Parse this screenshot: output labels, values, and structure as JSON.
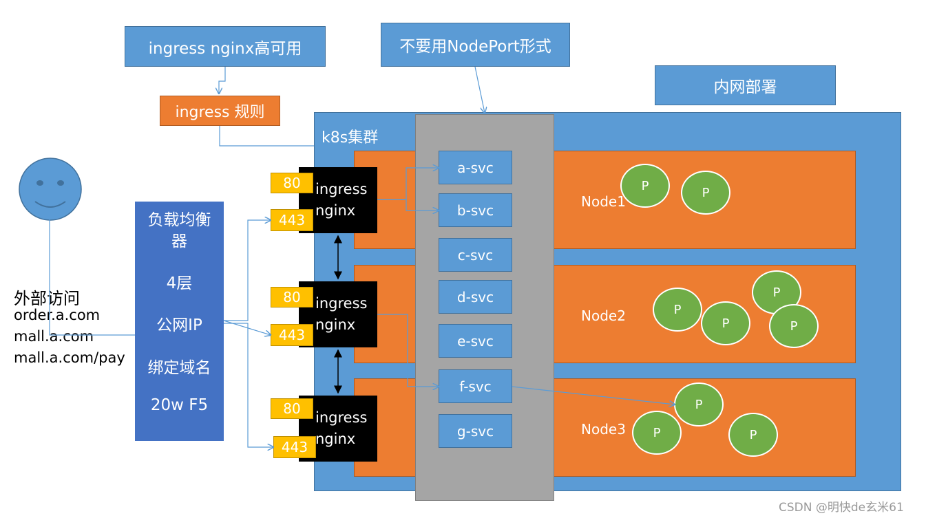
{
  "top_labels": {
    "ha": "ingress nginx高可用",
    "no_nodeport": "不要用NodePort形式",
    "intranet": "内网部署",
    "rules": "ingress 规则"
  },
  "cluster": {
    "title": "k8s集群"
  },
  "services": [
    "a-svc",
    "b-svc",
    "c-svc",
    "d-svc",
    "e-svc",
    "f-svc",
    "g-svc"
  ],
  "nodes": [
    "Node1",
    "Node2",
    "Node3"
  ],
  "ingress": [
    {
      "line1": "ingress",
      "line2": "nginx",
      "port_http": "80",
      "port_https": "443"
    },
    {
      "line1": "ingress",
      "line2": "nginx",
      "port_http": "80",
      "port_https": "443"
    },
    {
      "line1": "ingress",
      "line2": "nginx",
      "port_http": "80",
      "port_https": "443"
    }
  ],
  "pod_label": "P",
  "load_balancer": {
    "title_line1": "负载均衡",
    "title_line2": "器",
    "layer": "4层",
    "ip": "公网IP",
    "domain": "绑定域名",
    "price": "20w F5"
  },
  "external": {
    "title": "外部访问",
    "urls": [
      "order.a.com",
      "mall.a.com",
      "mall.a.com/pay"
    ]
  },
  "watermark": "CSDN @明快de玄米61",
  "colors": {
    "blue": "#5b9bd5",
    "dark_blue": "#4472c4",
    "orange": "#ed7d31",
    "gray": "#a5a5a5",
    "yellow": "#ffc000",
    "green": "#70ad47",
    "black": "#000000"
  }
}
